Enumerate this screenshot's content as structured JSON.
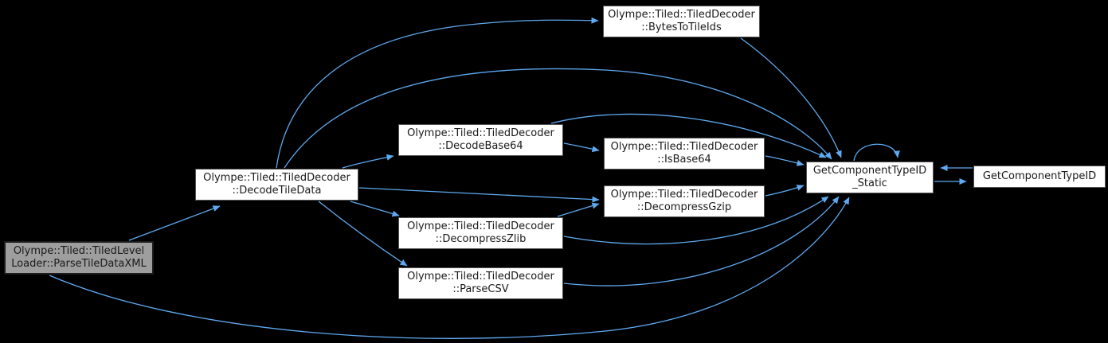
{
  "diagram": {
    "type": "call-graph",
    "background_color": "#000000",
    "edge_color": "#5ea9ef",
    "node_fill": "#ffffff",
    "node_border_color": "#545454",
    "node_text_color": "#1a1a1a",
    "highlighted_node_fill": "#9e9e9e"
  },
  "nodes": [
    {
      "id": "ParseTileDataXML",
      "label": "Olympe::Tiled::TiledLevel\nLoader::ParseTileDataXML",
      "highlighted": true
    },
    {
      "id": "DecodeTileData",
      "label": "Olympe::Tiled::TiledDecoder\n::DecodeTileData",
      "highlighted": false
    },
    {
      "id": "BytesToTileIds",
      "label": "Olympe::Tiled::TiledDecoder\n::BytesToTileIds",
      "highlighted": false
    },
    {
      "id": "DecodeBase64",
      "label": "Olympe::Tiled::TiledDecoder\n::DecodeBase64",
      "highlighted": false
    },
    {
      "id": "IsBase64",
      "label": "Olympe::Tiled::TiledDecoder\n::IsBase64",
      "highlighted": false
    },
    {
      "id": "DecompressGzip",
      "label": "Olympe::Tiled::TiledDecoder\n::DecompressGzip",
      "highlighted": false
    },
    {
      "id": "DecompressZlib",
      "label": "Olympe::Tiled::TiledDecoder\n::DecompressZlib",
      "highlighted": false
    },
    {
      "id": "ParseCSV",
      "label": "Olympe::Tiled::TiledDecoder\n::ParseCSV",
      "highlighted": false
    },
    {
      "id": "GetComponentTypeID_Static",
      "label": "GetComponentTypeID\n_Static",
      "highlighted": false
    },
    {
      "id": "GetComponentTypeID",
      "label": "GetComponentTypeID",
      "highlighted": false
    }
  ],
  "edges": [
    {
      "from": "ParseTileDataXML",
      "to": "DecodeTileData"
    },
    {
      "from": "ParseTileDataXML",
      "to": "GetComponentTypeID_Static"
    },
    {
      "from": "DecodeTileData",
      "to": "BytesToTileIds"
    },
    {
      "from": "DecodeTileData",
      "to": "DecodeBase64"
    },
    {
      "from": "DecodeTileData",
      "to": "DecompressGzip"
    },
    {
      "from": "DecodeTileData",
      "to": "DecompressZlib"
    },
    {
      "from": "DecodeTileData",
      "to": "ParseCSV"
    },
    {
      "from": "DecodeTileData",
      "to": "GetComponentTypeID_Static"
    },
    {
      "from": "DecodeBase64",
      "to": "IsBase64"
    },
    {
      "from": "DecodeBase64",
      "to": "GetComponentTypeID_Static"
    },
    {
      "from": "IsBase64",
      "to": "GetComponentTypeID_Static"
    },
    {
      "from": "DecompressGzip",
      "to": "GetComponentTypeID_Static"
    },
    {
      "from": "DecompressZlib",
      "to": "DecompressGzip"
    },
    {
      "from": "DecompressZlib",
      "to": "GetComponentTypeID_Static"
    },
    {
      "from": "ParseCSV",
      "to": "GetComponentTypeID_Static"
    },
    {
      "from": "BytesToTileIds",
      "to": "GetComponentTypeID_Static"
    },
    {
      "from": "GetComponentTypeID_Static",
      "to": "GetComponentTypeID_Static"
    },
    {
      "from": "GetComponentTypeID_Static",
      "to": "GetComponentTypeID"
    },
    {
      "from": "GetComponentTypeID",
      "to": "GetComponentTypeID_Static"
    }
  ]
}
